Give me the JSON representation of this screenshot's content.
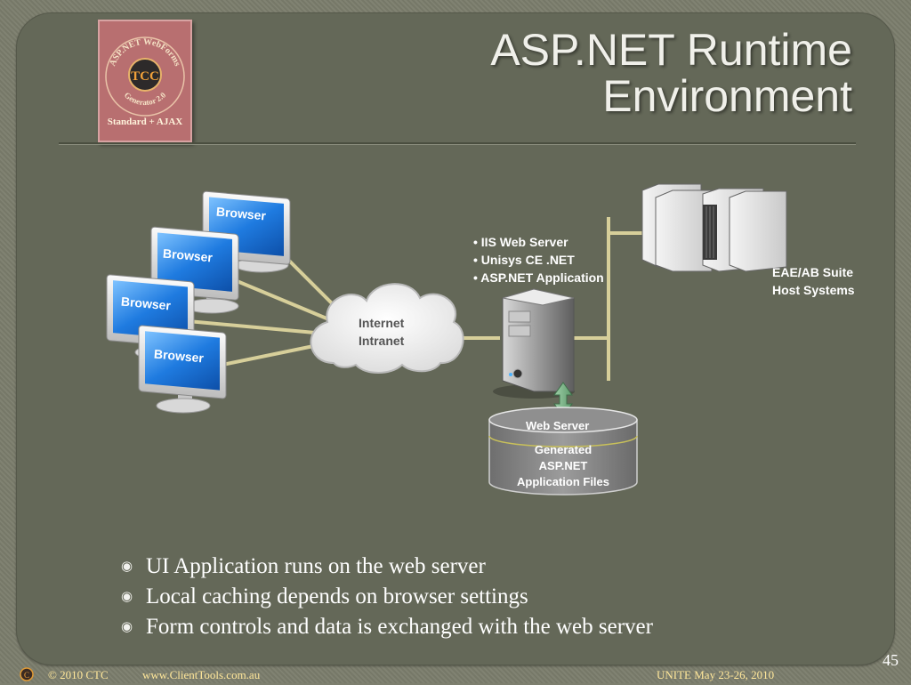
{
  "slide": {
    "title_line1": "ASP.NET Runtime",
    "title_line2": "Environment",
    "page_number": "45"
  },
  "logo": {
    "arc_text": "ASP.NET   WebForms",
    "sub_text": "Generator 2.0",
    "badge": "Standard + AJAX",
    "emblem": "TCC"
  },
  "diagram": {
    "browser_labels": [
      "Browser",
      "Browser",
      "Browser",
      "Browser"
    ],
    "cloud_line1": "Internet",
    "cloud_line2": "Intranet",
    "server_bullets": [
      "• IIS Web Server",
      "• Unisys CE .NET",
      "• ASP.NET Application"
    ],
    "host_line1": "EAE/AB Suite",
    "host_line2": "Host Systems",
    "db_title": "Web Server",
    "db_line1": "Generated",
    "db_line2": "ASP.NET",
    "db_line3": "Application Files"
  },
  "bullets": [
    "UI Application runs on the web server",
    "Local caching depends on browser settings",
    "Form controls and data is exchanged with the web server"
  ],
  "footer": {
    "copyright": "© 2010 CTC",
    "website": "www.ClientTools.com.au",
    "event": "UNITE May 23-26, 2010"
  },
  "colors": {
    "background": "#646858",
    "link_lines": "#d7cf9a",
    "footer_text": "#ffe79a"
  }
}
